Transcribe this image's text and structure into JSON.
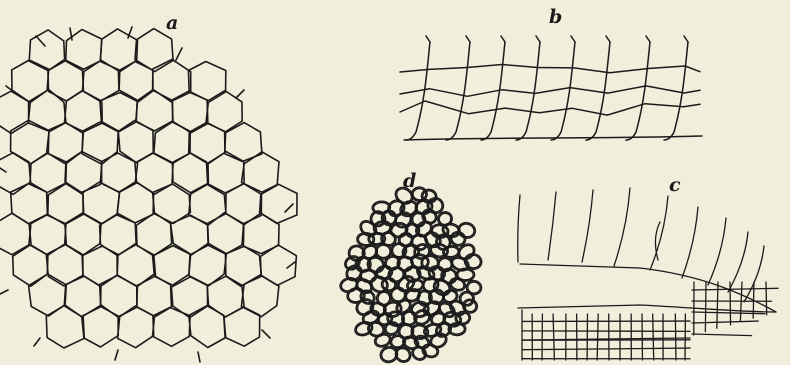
{
  "figure": {
    "background_color": "#f1eedc",
    "ink_color": "#1b1b1b",
    "panels": [
      {
        "id": "a",
        "label": "a"
      },
      {
        "id": "b",
        "label": "b"
      },
      {
        "id": "c",
        "label": "c"
      },
      {
        "id": "d",
        "label": "d"
      }
    ]
  }
}
